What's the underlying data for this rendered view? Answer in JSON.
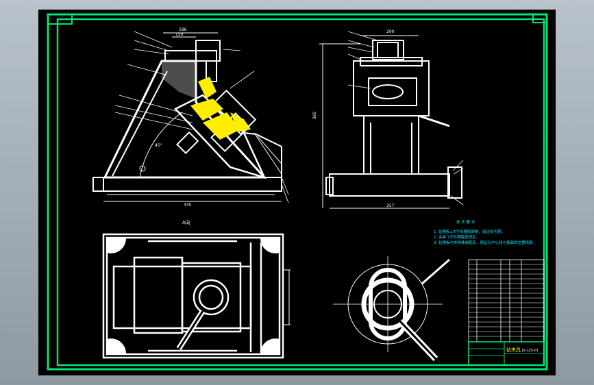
{
  "colors": {
    "frame": "#00e676",
    "line": "#ffffff",
    "highlight": "#ffee00",
    "notes": "#00e5ff",
    "background": "#000000",
    "viewport": "#a7b1ba"
  },
  "views": {
    "section_label": "A向"
  },
  "dimensions": {
    "front_top": "186",
    "front_top_inner": "150",
    "front_bottom": "335",
    "front_angle": "45°",
    "side_height": "365",
    "side_top": "200",
    "side_bottom": "257"
  },
  "notes": {
    "title": "技 术 要 求",
    "lines": [
      "1. 钻模板上T字形槽需倒角，锐边去毛刺。",
      "2. 夹具 T字形槽需按规定。",
      "3. 钻模板与夹具体装配后，保证孔中心线与基面的位置精度。"
    ]
  },
  "title_block": {
    "name": "钻夹具",
    "drawing_no": "JS-LZS-01"
  }
}
